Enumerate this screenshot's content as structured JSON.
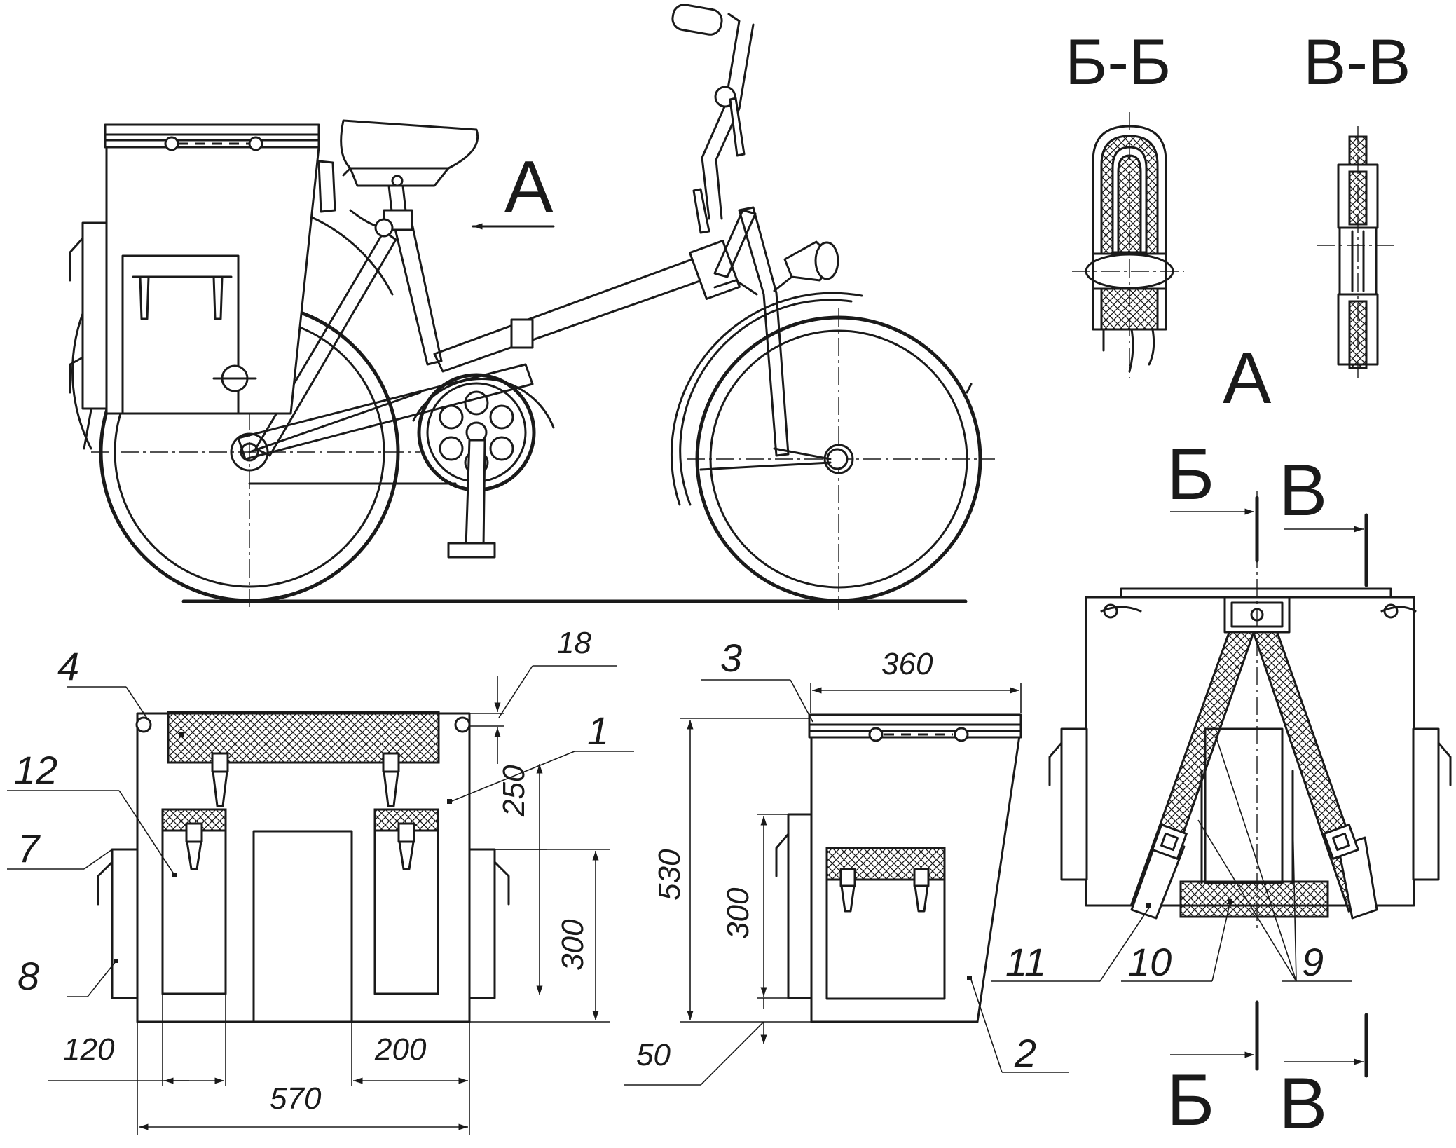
{
  "views": {
    "view_arrow": "А",
    "section_b_title": "Б-Б",
    "section_v_title": "В-В",
    "view_a_label": "А",
    "cut_b_top": "Б",
    "cut_v_top": "В",
    "cut_b_bottom": "Б",
    "cut_v_bottom": "В"
  },
  "dimensions": {
    "d18": "18",
    "d250": "250",
    "d300_front": "300",
    "d120": "120",
    "d200": "200",
    "d570": "570",
    "d360": "360",
    "d530": "530",
    "d300_side": "300",
    "d50": "50"
  },
  "part_labels": {
    "p1": "1",
    "p2": "2",
    "p3": "3",
    "p4": "4",
    "p7": "7",
    "p8": "8",
    "p9": "9",
    "p10": "10",
    "p11": "11",
    "p12": "12"
  }
}
